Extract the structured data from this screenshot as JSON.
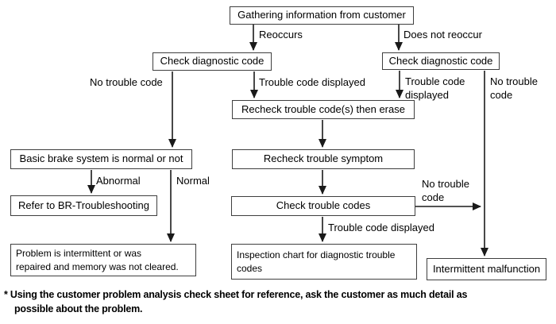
{
  "diagram": {
    "colors": {
      "background": "#ffffff",
      "box_border": "#3f3f3f",
      "line_ink": "#1a1a1a",
      "text": "#000000"
    },
    "nodes": {
      "gathering": {
        "label": "Gathering information from customer"
      },
      "check_diag_left": {
        "label": "Check diagnostic code"
      },
      "check_diag_right": {
        "label": "Check diagnostic code"
      },
      "recheck_erase": {
        "label": "Recheck trouble code(s) then erase"
      },
      "recheck_symptom": {
        "label": "Recheck trouble symptom"
      },
      "check_trouble_codes": {
        "label": "Check trouble codes"
      },
      "basic_brake": {
        "label": "Basic brake system is normal or not"
      },
      "refer_br": {
        "label": "Refer to BR-Troubleshooting"
      },
      "problem_intermittent": {
        "label": "Problem is intermittent or was\nrepaired and memory was not cleared."
      },
      "inspection_chart": {
        "label": "Inspection chart for diagnostic trouble\ncodes"
      },
      "intermittent_malfunction": {
        "label": "Intermittent malfunction"
      }
    },
    "edge_labels": {
      "reoccurs": "Reoccurs",
      "does_not_reoccur": "Does not reoccur",
      "no_trouble_code_left": "No trouble code",
      "trouble_code_displayed_left": "Trouble code displayed",
      "trouble_code_displayed_right": "Trouble code displayed",
      "no_trouble_code_right": "No trouble code",
      "no_trouble_code_mid": "No trouble code",
      "trouble_code_displayed_bottom": "Trouble code displayed",
      "abnormal": "Abnormal",
      "normal": "Normal"
    },
    "footnote": "* Using the customer problem analysis check sheet for reference, ask the customer as much detail as\npossible about the problem."
  }
}
